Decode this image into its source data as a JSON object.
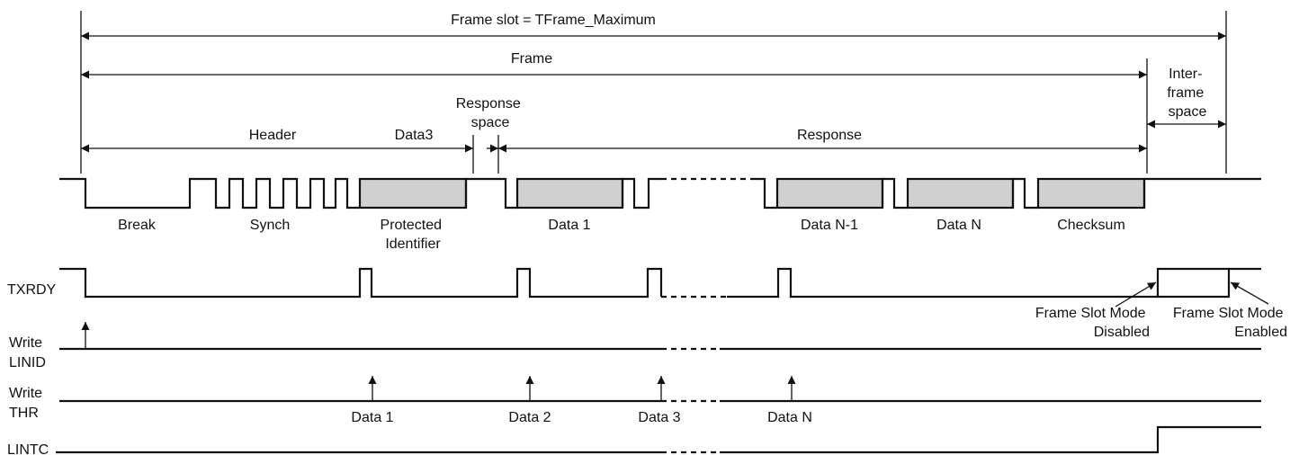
{
  "dimensions": {
    "frame_slot": "Frame slot = TFrame_Maximum",
    "frame": "Frame",
    "interframe_space": [
      "Inter-",
      "frame",
      "space"
    ],
    "header": "Header",
    "data3": "Data3",
    "response_space": [
      "Response",
      "space"
    ],
    "response": "Response"
  },
  "fields": {
    "break": "Break",
    "synch": "Synch",
    "protected_identifier": [
      "Protected",
      "Identifier"
    ],
    "data_1": "Data 1",
    "data_n_minus_1": "Data N-1",
    "data_n": "Data N",
    "checksum": "Checksum"
  },
  "signals": {
    "txrdy": "TXRDY",
    "write_linid": [
      "Write",
      "LINID"
    ],
    "write_thr": [
      "Write",
      "THR"
    ],
    "lintc": "LINTC"
  },
  "annotations": {
    "frame_slot_mode_disabled": [
      "Frame Slot Mode",
      "Disabled"
    ],
    "frame_slot_mode_enabled": [
      "Frame Slot Mode",
      "Enabled"
    ]
  },
  "thr_writes": [
    "Data 1",
    "Data 2",
    "Data 3",
    "Data N"
  ]
}
